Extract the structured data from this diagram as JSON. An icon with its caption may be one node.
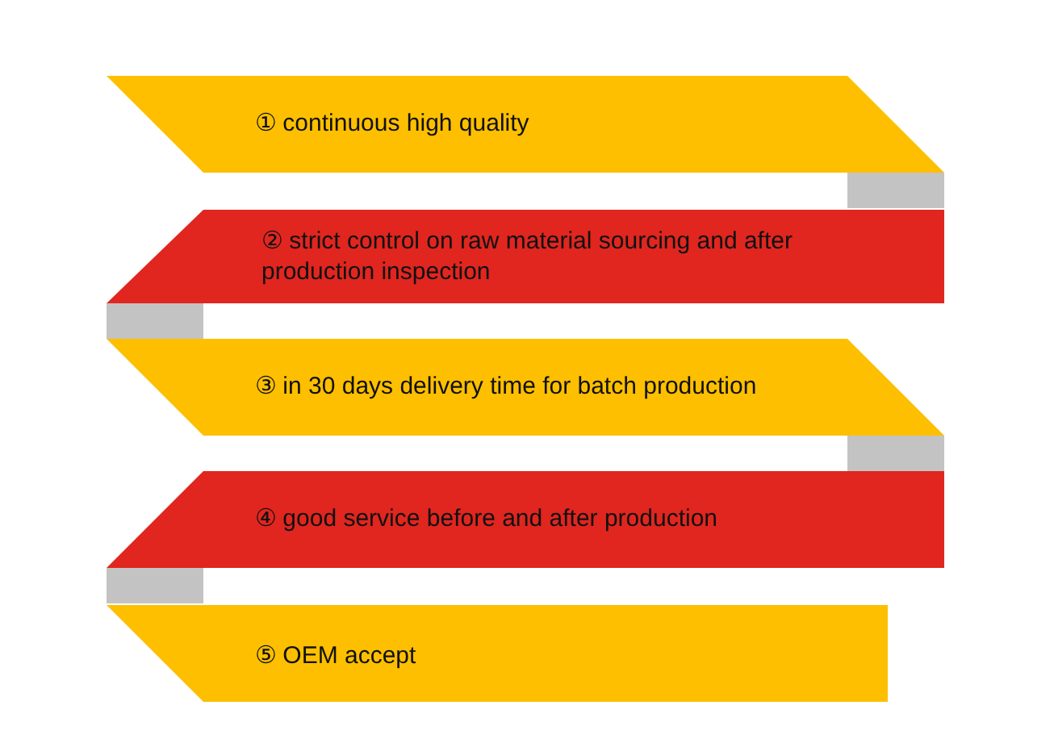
{
  "diagram": {
    "nodes": [
      {
        "text": [
          "① continuous high quality"
        ]
      },
      {
        "text": [
          "② strict control on raw material sourcing and after production inspection"
        ]
      },
      {
        "text": [
          "③ in 30 days delivery time for batch production"
        ]
      },
      {
        "text": [
          "④ good service before and after production"
        ]
      },
      {
        "text": [
          "⑤ OEM accept"
        ]
      }
    ]
  }
}
